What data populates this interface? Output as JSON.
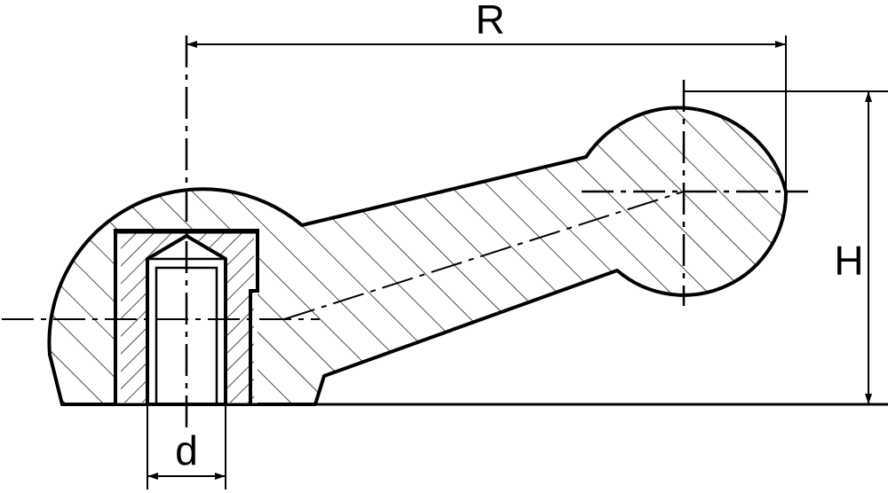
{
  "dimensions": {
    "R": "R",
    "H": "H",
    "d": "d"
  },
  "colors": {
    "line": "#000000",
    "background": "#ffffff"
  }
}
